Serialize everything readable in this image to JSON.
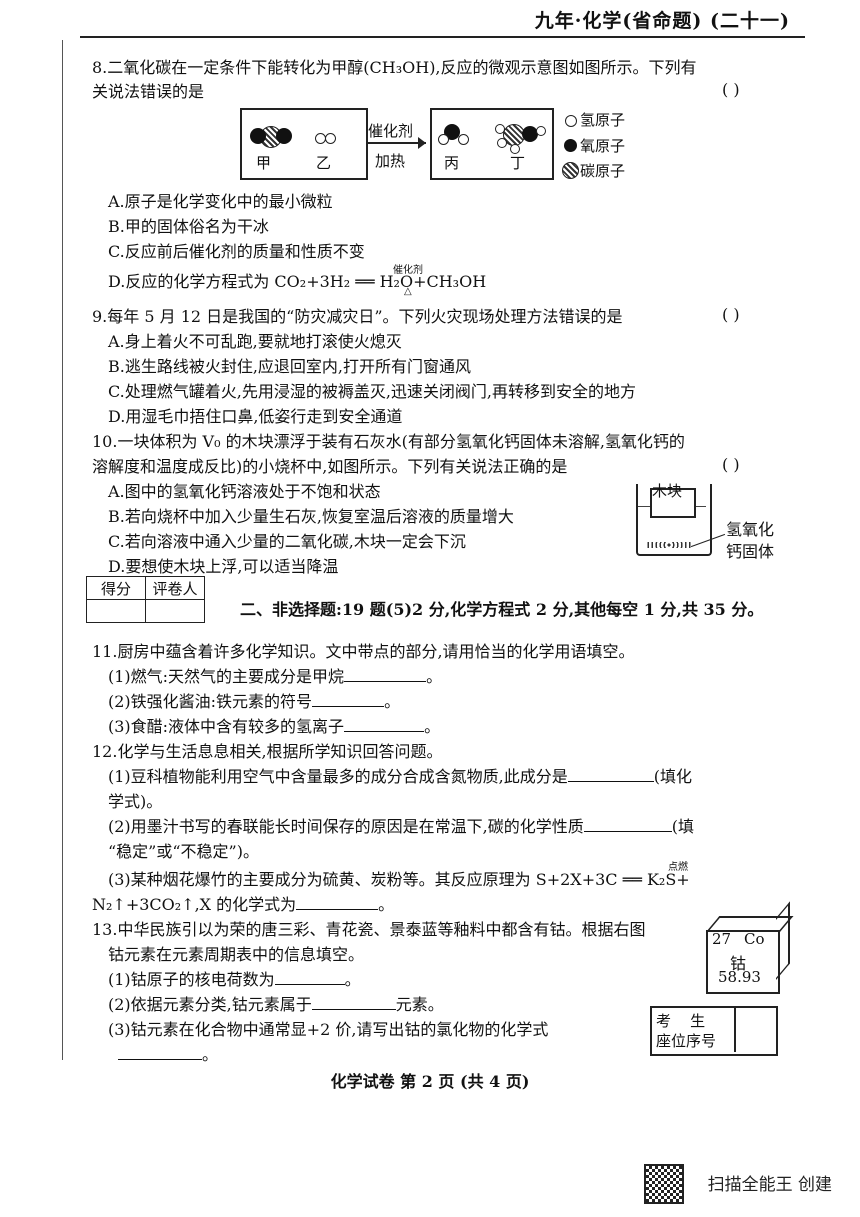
{
  "header": {
    "title": "九年·化学(省命题)  (二十一)"
  },
  "q8": {
    "stem1": "8.二氧化碳在一定条件下能转化为甲醇(CH₃OH),反应的微观示意图如图所示。下列有",
    "stem2": "关说法错误的是",
    "paren": "(    )",
    "diagram": {
      "label_jia": "甲",
      "label_yi": "乙",
      "label_bing": "丙",
      "label_ding": "丁",
      "arrow_top": "催化剂",
      "arrow_bottom": "加热",
      "legend": [
        "氢原子",
        "氧原子",
        "碳原子"
      ]
    },
    "options": [
      "A.原子是化学变化中的最小微粒",
      "B.甲的固体俗名为干冰",
      "C.反应前后催化剂的质量和性质不变",
      "D.反应的化学方程式为 CO₂+3H₂ ══ H₂O+CH₃OH"
    ],
    "eq_top": "催化剂",
    "eq_bottom": "△"
  },
  "q9": {
    "stem": "9.每年 5 月 12 日是我国的“防灾减灾日”。下列火灾现场处理方法错误的是",
    "paren": "(    )",
    "options": [
      "A.身上着火不可乱跑,要就地打滚使火熄灭",
      "B.逃生路线被火封住,应退回室内,打开所有门窗通风",
      "C.处理燃气罐着火,先用浸湿的被褥盖灭,迅速关闭阀门,再转移到安全的地方",
      "D.用湿毛巾捂住口鼻,低姿行走到安全通道"
    ]
  },
  "q10": {
    "stem1": "10.一块体积为 V₀ 的木块漂浮于装有石灰水(有部分氢氧化钙固体未溶解,氢氧化钙的",
    "stem2": "溶解度和温度成反比)的小烧杯中,如图所示。下列有关说法正确的是",
    "paren": "(    )",
    "options": [
      "A.图中的氢氧化钙溶液处于不饱和状态",
      "B.若向烧杯中加入少量生石灰,恢复室温后溶液的质量增大",
      "C.若向溶液中通入少量的二氧化碳,木块一定会下沉",
      "D.要想使木块上浮,可以适当降温"
    ],
    "fig_block": "木块",
    "fig_label1": "氢氧化",
    "fig_label2": "钙固体"
  },
  "score_table": {
    "col1": "得分",
    "col2": "评卷人"
  },
  "section2": "二、非选择题:19 题(5)2 分,化学方程式 2 分,其他每空 1 分,共 35 分。",
  "q11": {
    "stem": "11.厨房中蕴含着许多化学知识。文中带点的部分,请用恰当的化学用语填空。",
    "items": [
      "(1)燃气:天然气的主要成分是甲烷",
      "(2)铁强化酱油:铁元素的符号",
      "(3)食醋:液体中含有较多的氢离子"
    ]
  },
  "q12": {
    "stem": "12.化学与生活息息相关,根据所学知识回答问题。",
    "l1": "(1)豆科植物能利用空气中含量最多的成分合成含氮物质,此成分是",
    "l1b": "(填化",
    "l1c": "学式)。",
    "l2": "(2)用墨汁书写的春联能长时间保存的原因是在常温下,碳的化学性质",
    "l2b": "(填",
    "l2c": "“稳定”或“不稳定”)。",
    "l3": "(3)某种烟花爆竹的主要成分为硫黄、炭粉等。其反应原理为 S+2X+3C ══ K₂S+",
    "l3_top": "点燃",
    "l3c": "N₂↑+3CO₂↑,X 的化学式为"
  },
  "q13": {
    "stem1": "13.中华民族引以为荣的唐三彩、青花瓷、景泰蓝等釉料中都含有钴。根据右图",
    "stem2": "钴元素在元素周期表中的信息填空。",
    "items": [
      "(1)钴原子的核电荷数为",
      "(2)依据元素分类,钴元素属于",
      "(3)钴元素在化合物中通常显+2 价,请写出钴的氯化物的化学式"
    ],
    "item2_tail": "元素。",
    "element": {
      "number": "27",
      "symbol": "Co",
      "name": "钴",
      "mass": "58.93"
    },
    "seat_label1": "考    生",
    "seat_label2": "座位序号"
  },
  "footer": "化学试卷   第 2 页    (共 4 页)",
  "scanner": "扫描全能王 创建"
}
